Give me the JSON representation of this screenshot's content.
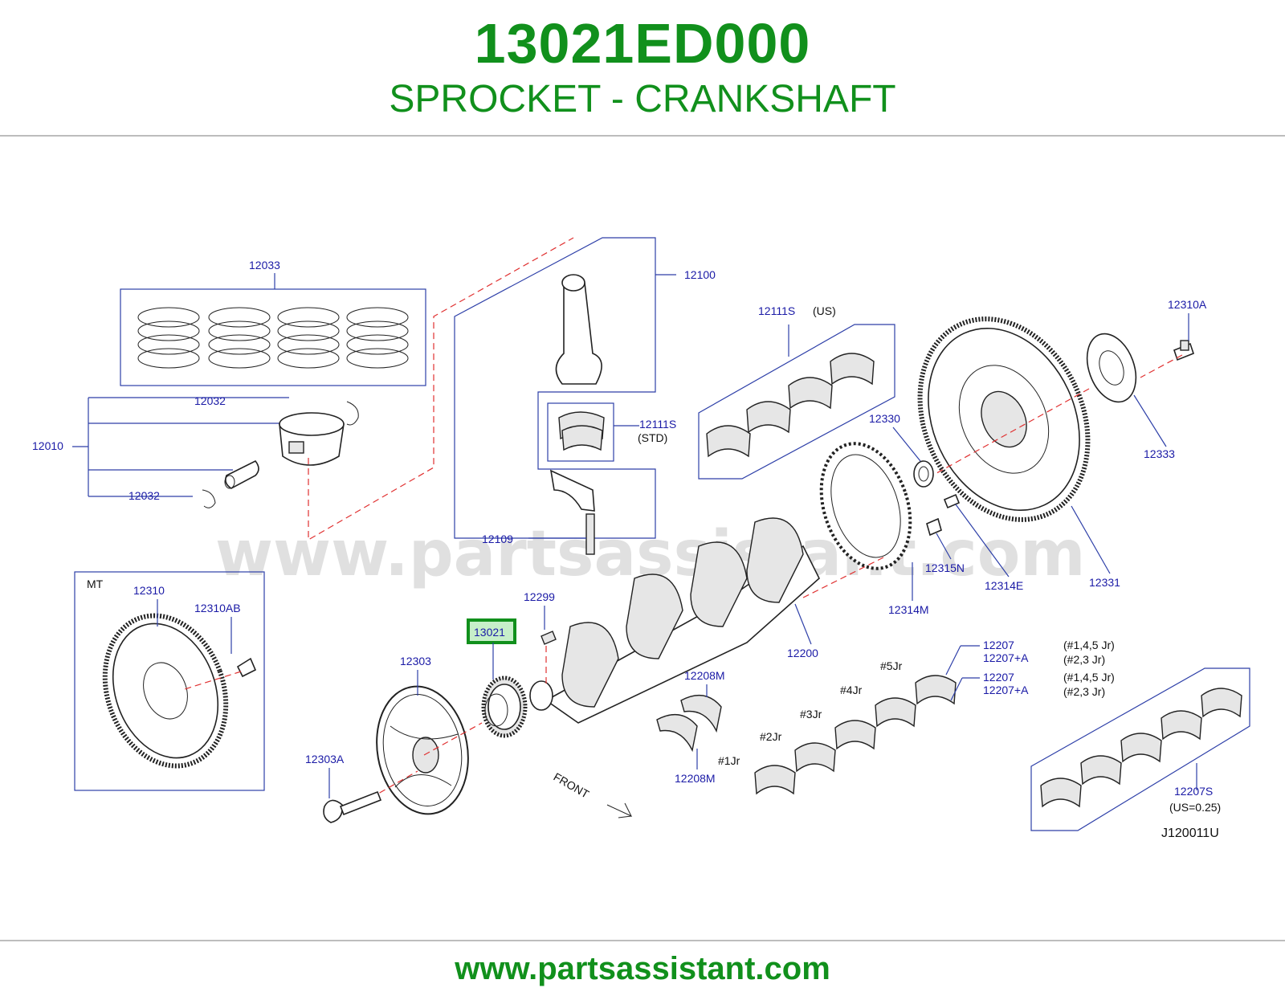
{
  "header": {
    "part_number": "13021ED000",
    "part_name": "SPROCKET - CRANKSHAFT"
  },
  "watermark": "www.partsassistant.com",
  "footer": {
    "url": "www.partsassistant.com"
  },
  "highlight_color": "#11901c",
  "callouts": {
    "c12033": "12033",
    "c12032a": "12032",
    "c12010": "12010",
    "c12032b": "12032",
    "c12100": "12100",
    "c12111s_std": "12111S",
    "std": "(STD)",
    "c12109": "12109",
    "c12111s_us": "12111S",
    "us": "(US)",
    "c12310a": "12310A",
    "c12330": "12330",
    "c12333": "12333",
    "c12315n": "12315N",
    "c12314e": "12314E",
    "c12331": "12331",
    "c12314m": "12314M",
    "c12200": "12200",
    "mt": "MT",
    "c12310": "12310",
    "c12310ab": "12310AB",
    "c12299": "12299",
    "c13021": "13021",
    "c12303": "12303",
    "c12303a": "12303A",
    "c12208m_top": "12208M",
    "c12208m_bot": "12208M",
    "front": "FRONT",
    "jr5": "#5Jr",
    "jr4": "#4Jr",
    "jr3": "#3Jr",
    "jr2": "#2Jr",
    "jr1": "#1Jr",
    "c12207_1": "12207",
    "c12207a_1": "12207+A",
    "c12207_2": "12207",
    "c12207a_2": "12207+A",
    "n145_1": "(#1,4,5   Jr)",
    "n23_1": "(#2,3   Jr)",
    "n145_2": "(#1,4,5   Jr)",
    "n23_2": "(#2,3   Jr)",
    "c12207s": "12207S",
    "us025": "(US=0.25)",
    "diagram_code": "J120011U"
  }
}
